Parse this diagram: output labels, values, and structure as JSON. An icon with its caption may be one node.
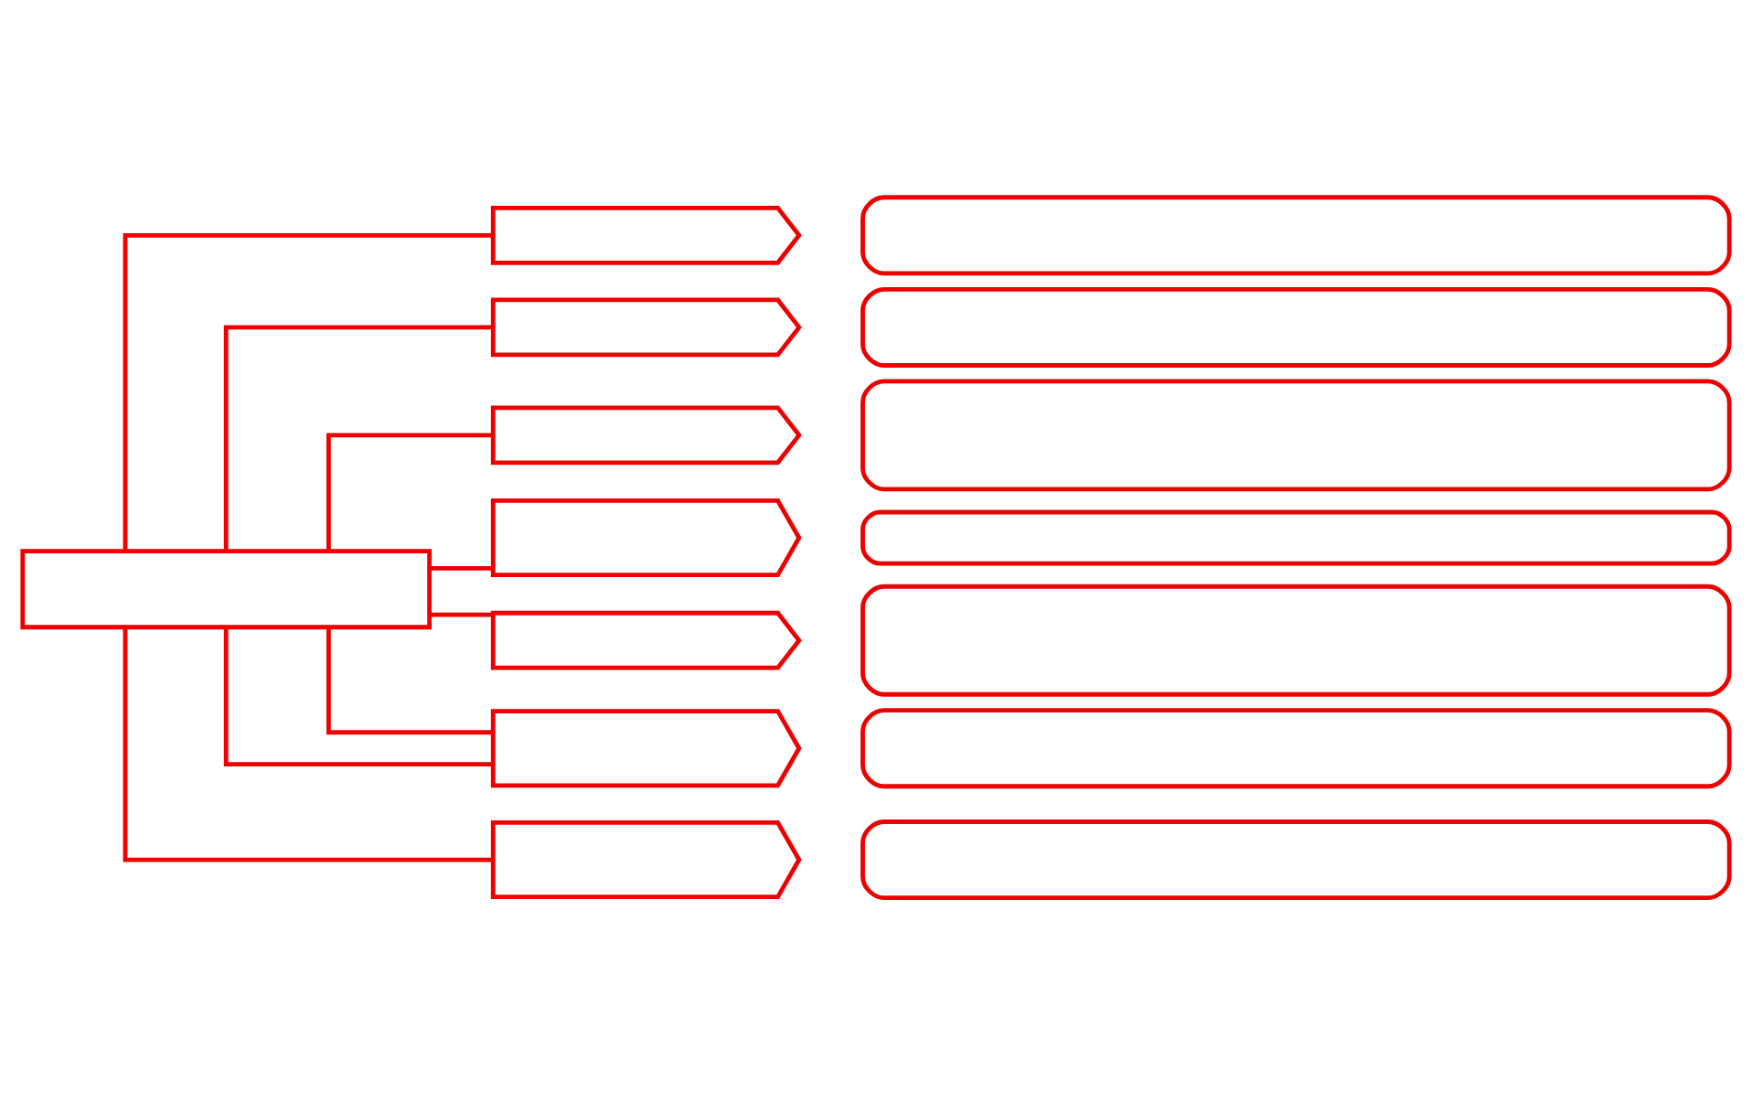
{
  "diagram": {
    "nodes": [
      {
        "text": [],
        "shape": "box"
      },
      {
        "text": [],
        "shape": "pentagon"
      },
      {
        "text": [],
        "shape": "pentagon"
      },
      {
        "text": [],
        "shape": "pentagon"
      },
      {
        "text": [],
        "shape": "pentagon"
      },
      {
        "text": [],
        "shape": "pentagon"
      },
      {
        "text": [],
        "shape": "pentagon"
      },
      {
        "text": [],
        "shape": "pentagon"
      },
      {
        "text": [],
        "shape": "box"
      },
      {
        "text": [],
        "shape": "box"
      },
      {
        "text": [],
        "shape": "box"
      },
      {
        "text": [],
        "shape": "box"
      },
      {
        "text": [],
        "shape": "box"
      },
      {
        "text": [],
        "shape": "box"
      },
      {
        "text": [],
        "shape": "box"
      }
    ],
    "edges": [
      {
        "from": 0,
        "to": 1,
        "arrow": "none"
      },
      {
        "from": 0,
        "to": 2,
        "arrow": "none"
      },
      {
        "from": 0,
        "to": 3,
        "arrow": "none"
      },
      {
        "from": 0,
        "to": 4,
        "arrow": "none"
      },
      {
        "from": 0,
        "to": 5,
        "arrow": "none"
      },
      {
        "from": 0,
        "to": 6,
        "arrow": "none"
      },
      {
        "from": 0,
        "to": 6,
        "arrow": "none"
      },
      {
        "from": 0,
        "to": 7,
        "arrow": "none"
      }
    ]
  }
}
